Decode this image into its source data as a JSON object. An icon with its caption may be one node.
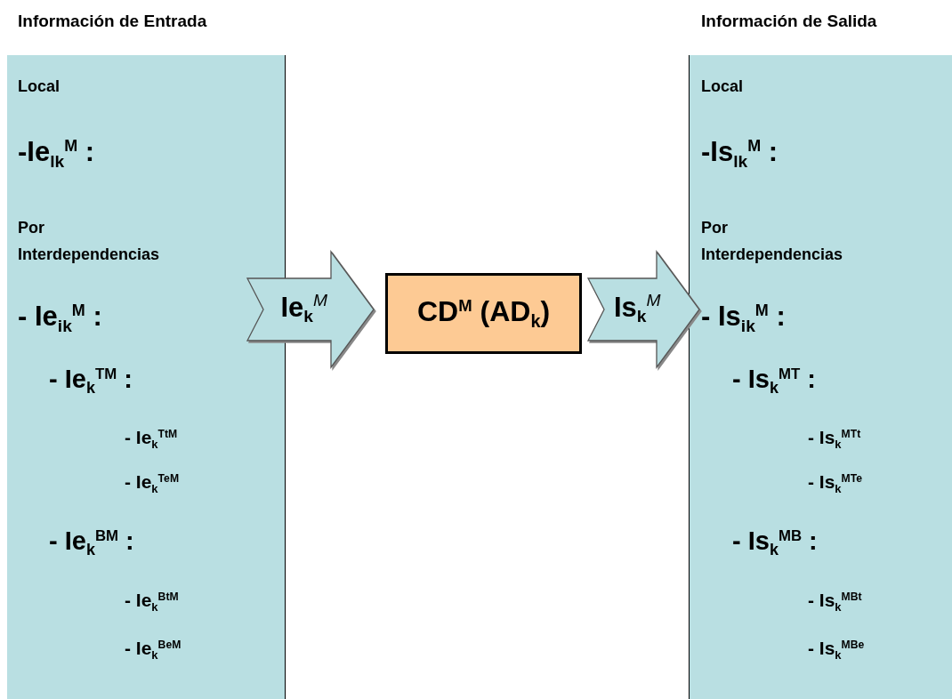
{
  "diagram": {
    "nodes": [
      {
        "text": [
          "Información de Entrada",
          "Local",
          "-Ie$_{lk}$$^{M}$ :",
          "Por Interdependencias",
          "- Ie$_{ik}$$^{M}$ :",
          "- Ie$_{k}$$^{TM}$ :",
          "- Ie$_{k}$$^{TtM}$",
          "- Ie$_{k}$$^{TeM}$",
          "- Ie$_{k}$$^{BM}$ :",
          "- Ie$_{k}$$^{BtM}$",
          "- Ie$_{k}$$^{BeM}$"
        ]
      },
      {
        "text": [
          "CD$^{M}$ (AD$_{k}$)"
        ]
      },
      {
        "text": [
          "Información de Salida",
          "Local",
          "-Is$_{lk}$$^{M}$ :",
          "Por Interdependencias",
          "- Is$_{ik}$$^{M}$ :",
          "- Is$_{k}$$^{MT}$ :",
          "- Is$_{k}$$^{MTt}$",
          "- Is$_{k}$$^{MTe}$",
          "- Is$_{k}$$^{MB}$ :",
          "- Is$_{k}$$^{MBt}$",
          "- Is$_{k}$$^{MBe}$"
        ]
      }
    ],
    "edges": [
      {
        "from": 0,
        "to": 1,
        "arrow": "to",
        "label": "Ie$_{k}$$^{M}$"
      },
      {
        "from": 1,
        "to": 2,
        "arrow": "to",
        "label": "Is$_{k}$$^{M}$"
      }
    ]
  }
}
